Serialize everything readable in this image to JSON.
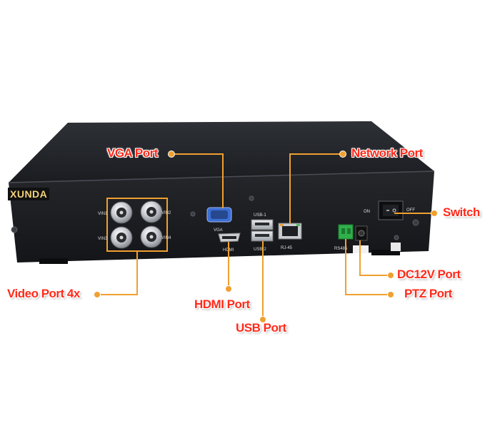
{
  "device": {
    "brand": "XUNDA",
    "panel_labels": {
      "vin1": "VIN1",
      "vin2": "VIN2",
      "vin3": "VIN3",
      "vin4": "VIN4",
      "vga": "VGA",
      "hdmi": "HDMI",
      "usb1": "USB-1",
      "usb2": "USB-2",
      "rj45": "RJ-45",
      "rs485": "RS485",
      "on": "ON",
      "off": "OFF"
    }
  },
  "callouts": {
    "vga_port": "VGA Port",
    "network_port": "Network Port",
    "switch": "Switch",
    "video_port": "Video Port 4x",
    "hdmi_port": "HDMI Port",
    "usb_port": "USB Port",
    "dc12v_port": "DC12V Port",
    "ptz_port": "PTZ Port"
  },
  "colors": {
    "callout_text": "#ff2a1a",
    "leader_line": "#f0a030",
    "device_body": "#1c1e22",
    "brand_text": "#f4d27a"
  }
}
